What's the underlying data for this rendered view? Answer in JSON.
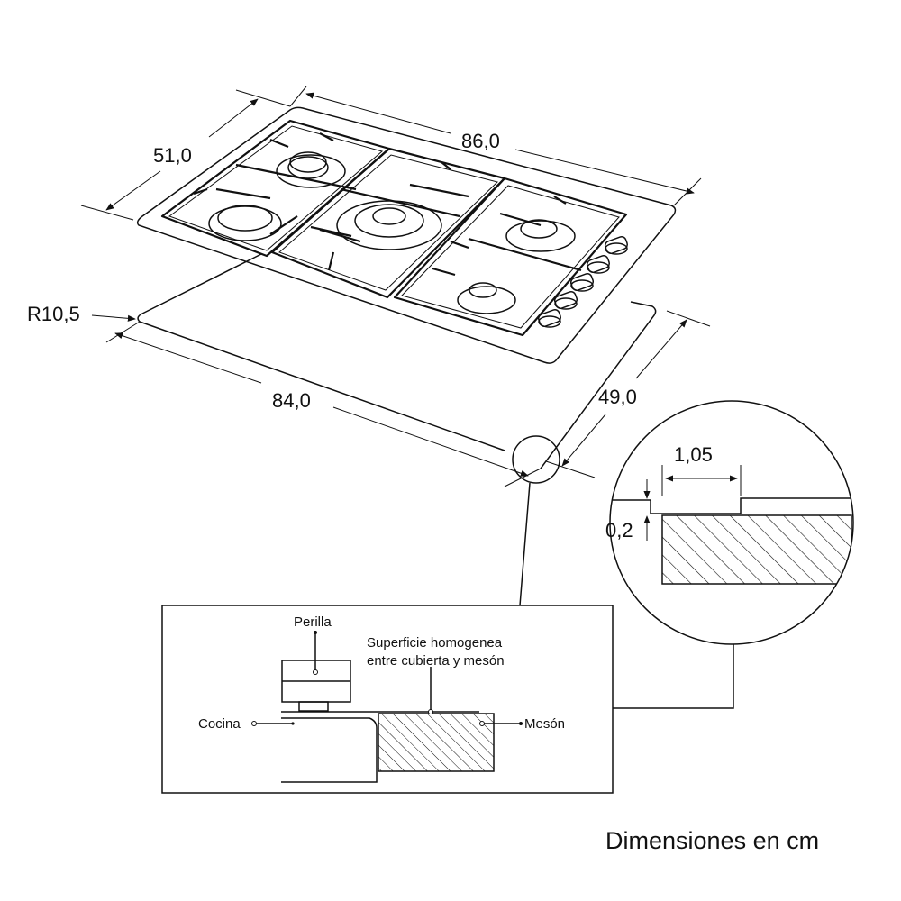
{
  "dimensions": {
    "depth_top": "51,0",
    "width_top": "86,0",
    "radius": "R10,5",
    "cutout_width": "84,0",
    "cutout_depth": "49,0",
    "detail_width": "1,05",
    "detail_height": "0,2"
  },
  "section_labels": {
    "knob": "Perilla",
    "surface_line1": "Superficie homogenea",
    "surface_line2": "entre cubierta y mesón",
    "hob": "Cocina",
    "counter": "Mesón"
  },
  "caption": "Dimensiones en cm"
}
